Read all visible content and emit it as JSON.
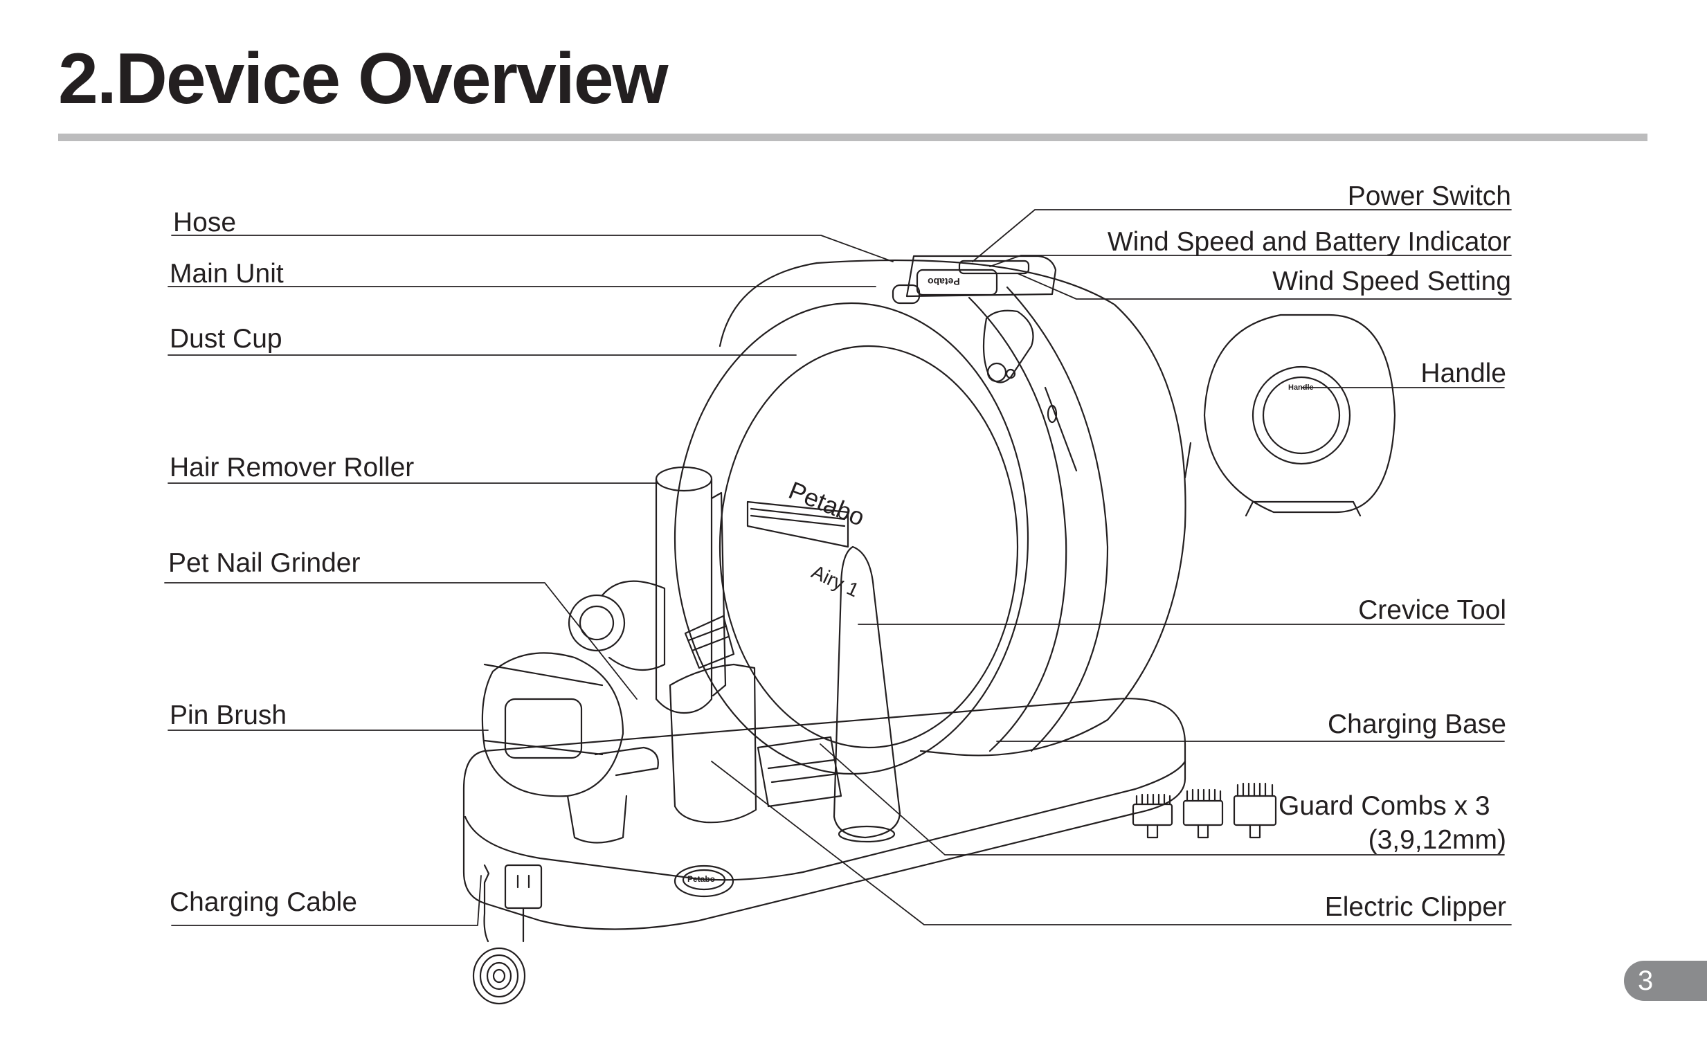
{
  "page": {
    "title": "2.Device Overview",
    "page_number": "3"
  },
  "labels": {
    "hose": "Hose",
    "main_unit": "Main Unit",
    "dust_cup": "Dust Cup",
    "hair_remover_roller": "Hair Remover Roller",
    "pet_nail_grinder": "Pet Nail Grinder",
    "pin_brush": "Pin Brush",
    "charging_cable": "Charging Cable",
    "power_switch": "Power Switch",
    "wind_speed_battery_indicator": "Wind Speed and Battery Indicator",
    "wind_speed_setting": "Wind Speed Setting",
    "handle": "Handle",
    "crevice_tool": "Crevice Tool",
    "charging_base": "Charging Base",
    "guard_combs": "Guard Combs x 3",
    "guard_combs_sizes": "(3,9,12mm)",
    "electric_clipper": "Electric Clipper"
  },
  "device_markings": {
    "brand": "Petabo",
    "model": "Airy 1",
    "handle_inset_text": "Handle",
    "base_logo": "Petabo",
    "top_panel_text": "Petabo"
  },
  "colors": {
    "title_rule": "#bcbcbd",
    "page_badge": "#8a8b8d",
    "line_art": "#231f20"
  },
  "icons": [
    "power-switch-icon",
    "charging-cable-icon",
    "guard-comb-icon"
  ]
}
